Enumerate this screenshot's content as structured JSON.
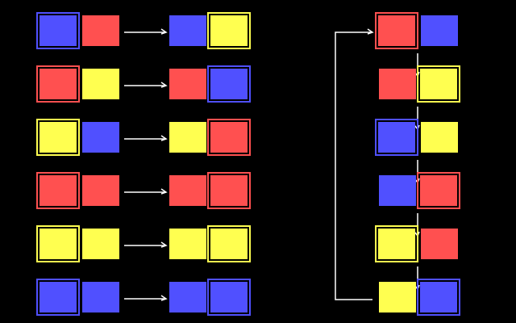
{
  "colors": {
    "background": "#000000",
    "blue": "#5050ff",
    "red": "#ff5050",
    "yellow": "#ffff50",
    "connector": "#ffffff"
  },
  "left_rules": [
    {
      "before": {
        "marked": "blue",
        "plain": "red"
      },
      "after": {
        "plain": "blue",
        "marked": "yellow"
      }
    },
    {
      "before": {
        "marked": "red",
        "plain": "yellow"
      },
      "after": {
        "plain": "red",
        "marked": "blue"
      }
    },
    {
      "before": {
        "marked": "yellow",
        "plain": "blue"
      },
      "after": {
        "plain": "yellow",
        "marked": "red"
      }
    },
    {
      "before": {
        "marked": "red",
        "plain": "red"
      },
      "after": {
        "plain": "red",
        "marked": "red"
      }
    },
    {
      "before": {
        "marked": "yellow",
        "plain": "yellow"
      },
      "after": {
        "plain": "yellow",
        "marked": "yellow"
      }
    },
    {
      "before": {
        "marked": "blue",
        "plain": "blue"
      },
      "after": {
        "plain": "blue",
        "marked": "blue"
      }
    }
  ],
  "right_cycle": [
    {
      "left": "red",
      "right": "blue",
      "marked": "left"
    },
    {
      "left": "red",
      "right": "yellow",
      "marked": "right"
    },
    {
      "left": "blue",
      "right": "yellow",
      "marked": "left"
    },
    {
      "left": "blue",
      "right": "red",
      "marked": "right"
    },
    {
      "left": "yellow",
      "right": "red",
      "marked": "left"
    },
    {
      "left": "yellow",
      "right": "blue",
      "marked": "right"
    }
  ]
}
